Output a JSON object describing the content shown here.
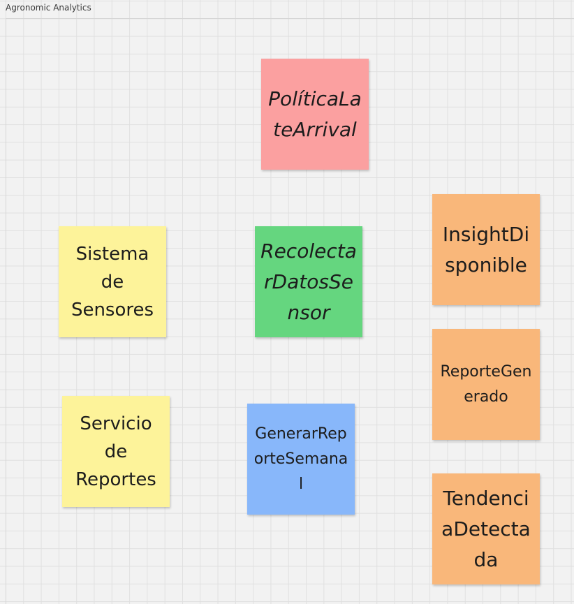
{
  "board": {
    "title": "Agronomic Analytics"
  },
  "colors": {
    "policy": "#fba0a0",
    "command": "#65d67f",
    "command_blue": "#88b7fa",
    "external_system": "#fdf39a",
    "event": "#f9b77a"
  },
  "notes": {
    "politica": {
      "text": "PolíticaLateArrival",
      "color_role": "policy"
    },
    "recolectar": {
      "text": "RecolectarDatosSensor",
      "color_role": "command"
    },
    "generar": {
      "text": "GenerarReporteSemanal",
      "color_role": "command_blue"
    },
    "sensores": {
      "text": "Sistema de Sensores",
      "color_role": "external_system"
    },
    "reportes": {
      "text": "Servicio de Reportes",
      "color_role": "external_system"
    },
    "insight": {
      "text": "InsightDisponible",
      "color_role": "event"
    },
    "reporte": {
      "text": "ReporteGenerado",
      "color_role": "event"
    },
    "tendencia": {
      "text": "TendenciaDetectada",
      "color_role": "event"
    }
  }
}
